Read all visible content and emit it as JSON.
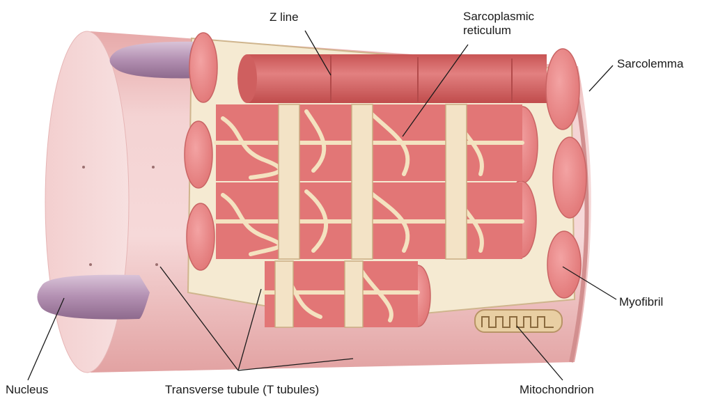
{
  "labels": {
    "z_line": "Z line",
    "sarcoplasmic_reticulum": "Sarcoplasmic\nreticulum",
    "sarcolemma": "Sarcolemma",
    "myofibril": "Myofibril",
    "nucleus": "Nucleus",
    "transverse_tubule": "Transverse tubule (T tubules)",
    "mitochondrion": "Mitochondrion"
  },
  "colors": {
    "fiber_surface": "#f2c8c8",
    "fiber_shade": "#e3a5a5",
    "myofibril_face": "#e98a8a",
    "myofibril_body": "#d96868",
    "reticulum": "#f3e3c6",
    "reticulum_edge": "#c9ac82",
    "nucleus": "#b594b4",
    "leader_line": "#1a1a1a"
  }
}
